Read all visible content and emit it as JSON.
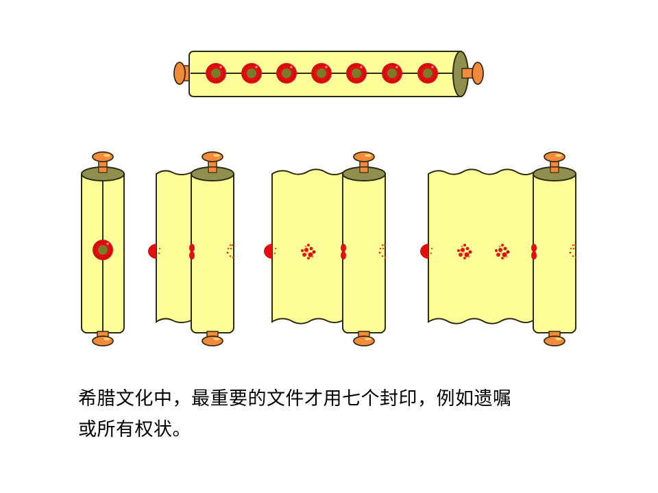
{
  "slide": {
    "caption": {
      "line1": "希腊文化中，最重要的文件才用七个封印，例如遗嘱",
      "line2": "或所有权状。"
    }
  },
  "illustration": {
    "description": "Greek scroll sealed with seven seals, and three partially unrolled scrolls showing broken seals",
    "colors": {
      "parchment": "#ffff99",
      "outline": "#2b2b10",
      "end_cap": "#8f8f4f",
      "knob": "#f08a3c",
      "knob_dark": "#c85a1c",
      "seal": "#e01010",
      "seal_center": "#7a7a28"
    },
    "horizontal_scroll": {
      "seal_count": 7
    },
    "vertical_scrolls": [
      {
        "id": "closed",
        "intact_seals": 1
      },
      {
        "id": "one-opened",
        "broken_seals": 1
      },
      {
        "id": "two-opened",
        "broken_seals": 2
      },
      {
        "id": "three-opened",
        "broken_seals": 3
      }
    ]
  }
}
